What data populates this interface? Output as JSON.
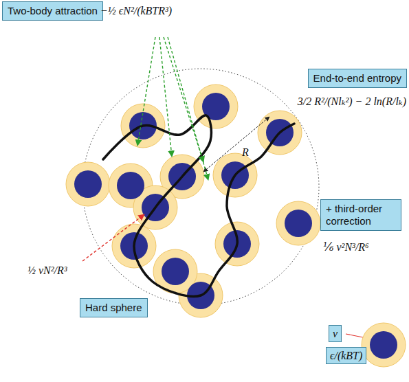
{
  "diagram": {
    "nodes": [
      {
        "text": [
          "Two-body attraction"
        ]
      },
      {
        "text": [
          "End-to-end entropy"
        ]
      },
      {
        "text": [
          "+ third-order correction"
        ]
      },
      {
        "text": [
          "Hard sphere"
        ]
      },
      {
        "text": [
          "v"
        ]
      },
      {
        "text": [
          "ϵ/(kBT)"
        ]
      }
    ],
    "labels": [
      "−½ ϵN²/(kBTR³)",
      "3/2 R²/(Nlₖ²) − 2 ln(R/lₖ)",
      "⅙ v²N³/R⁶",
      "½ vN²/R³",
      "R"
    ]
  }
}
